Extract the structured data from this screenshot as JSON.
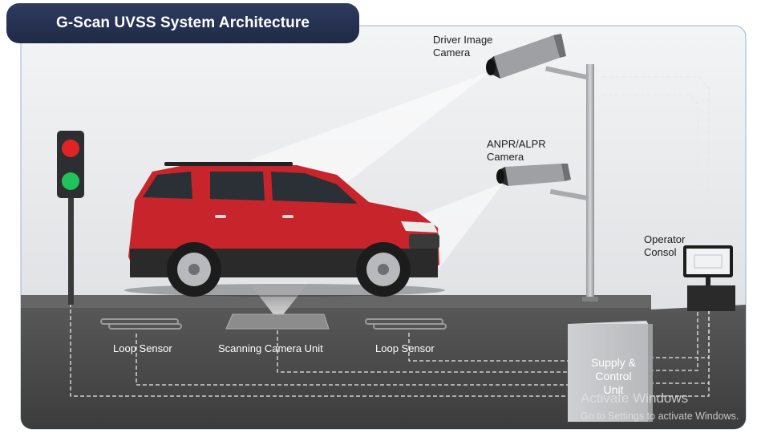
{
  "title": "G-Scan UVSS System Architecture",
  "labels": {
    "driver_image_camera": "Driver Image\nCamera",
    "anpr_camera": "ANPR/ALPR\nCamera",
    "operator_console": "Operator\nConsol",
    "loop_sensor_left": "Loop Sensor",
    "scanning_camera_unit": "Scanning Camera Unit",
    "loop_sensor_right": "Loop Sensor",
    "supply_control_unit": "Supply &\nControl\nUnit"
  },
  "watermark": {
    "line1": "Activate Windows",
    "line2": "Go to Settings to activate Windows."
  },
  "colors": {
    "title_bg": "#26324f",
    "car_body": "#c8242b",
    "traffic_red": "#e02424",
    "traffic_green": "#22c25a",
    "road": "#4e4e4e",
    "panel_bg": "#e6e7ea"
  }
}
